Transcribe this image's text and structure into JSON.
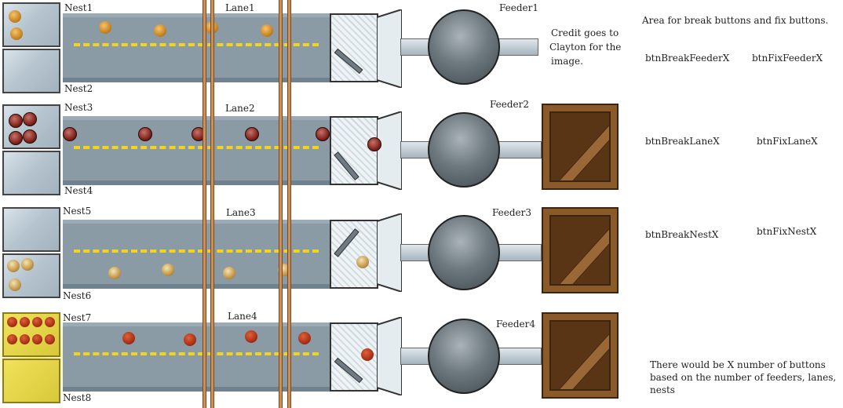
{
  "labels": {
    "nests": [
      "Nest1",
      "Nest2",
      "Nest3",
      "Nest4",
      "Nest5",
      "Nest6",
      "Nest7",
      "Nest8"
    ],
    "lanes": [
      "Lane1",
      "Lane2",
      "Lane3",
      "Lane4"
    ],
    "feeders": [
      "Feeder1",
      "Feeder2",
      "Feeder3",
      "Feeder4"
    ]
  },
  "credit": [
    "Credit goes to",
    "Clayton for the",
    "image."
  ],
  "panel": {
    "title": "Area for break buttons and fix buttons.",
    "buttons": {
      "break_feeder": "btnBreakFeederX",
      "fix_feeder": "btnFixFeederX",
      "break_lane": "btnBreakLaneX",
      "fix_lane": "btnFixLaneX",
      "break_nest": "btnBreakNestX",
      "fix_nest": "btnFixNestX"
    },
    "note": [
      "There would be X number of buttons",
      "based on the number of feeders, lanes,",
      "nests"
    ]
  },
  "colors": {
    "lane": "#8a9ba6",
    "lane_dash": "#f2d41a",
    "rail": "#c9905a",
    "crate": "#8b5a2b",
    "highlight": "#f0e25a"
  }
}
